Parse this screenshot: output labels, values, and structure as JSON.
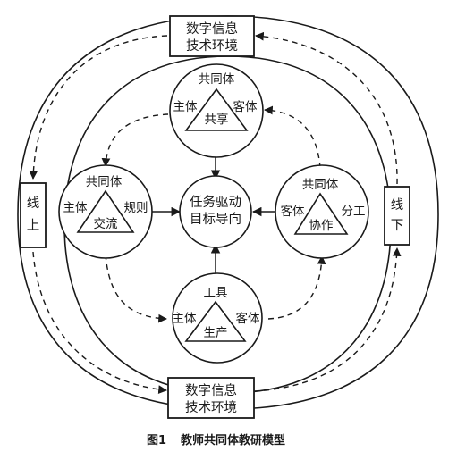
{
  "env_top": {
    "line1": "数字信息",
    "line2": "技术环境"
  },
  "env_bottom": {
    "line1": "数字信息",
    "line2": "技术环境"
  },
  "online": {
    "line1": "线",
    "line2": "上"
  },
  "offline": {
    "line1": "线",
    "line2": "下"
  },
  "center": {
    "line1": "任务驱动",
    "line2": "目标导向"
  },
  "top_node": {
    "community": "共同体",
    "subject": "主体",
    "object": "客体",
    "core": "共享"
  },
  "left_node": {
    "community": "共同体",
    "subject": "主体",
    "rule": "规则",
    "core": "交流"
  },
  "right_node": {
    "community": "共同体",
    "object": "客体",
    "division": "分工",
    "core": "协作"
  },
  "bottom_node": {
    "tool": "工具",
    "subject": "主体",
    "object": "客体",
    "core": "生产"
  },
  "caption": {
    "figure": "图1",
    "title": "教师共同体教研模型"
  }
}
